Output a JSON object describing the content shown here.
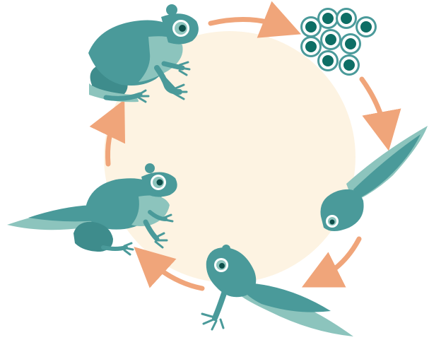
{
  "diagram": {
    "type": "life-cycle",
    "stages": [
      {
        "id": "egg",
        "icon": "frog-eggs-icon"
      },
      {
        "id": "tadpole",
        "icon": "tadpole-icon"
      },
      {
        "id": "tadpole-with-legs",
        "icon": "tadpole-with-legs-icon"
      },
      {
        "id": "froglet",
        "icon": "froglet-icon"
      },
      {
        "id": "adult-frog",
        "icon": "adult-frog-icon"
      }
    ],
    "flow": "clockwise",
    "colors": {
      "background_circle": "#FDF3E2",
      "arrow": "#F0A57A",
      "body": "#4A9A9A",
      "body_light": "#8CC4BD",
      "body_dark": "#3E8C8C",
      "egg_dark": "#0E6E65",
      "eye_ring": "#FFFFFF",
      "pupil": "#0E4E4A"
    }
  }
}
